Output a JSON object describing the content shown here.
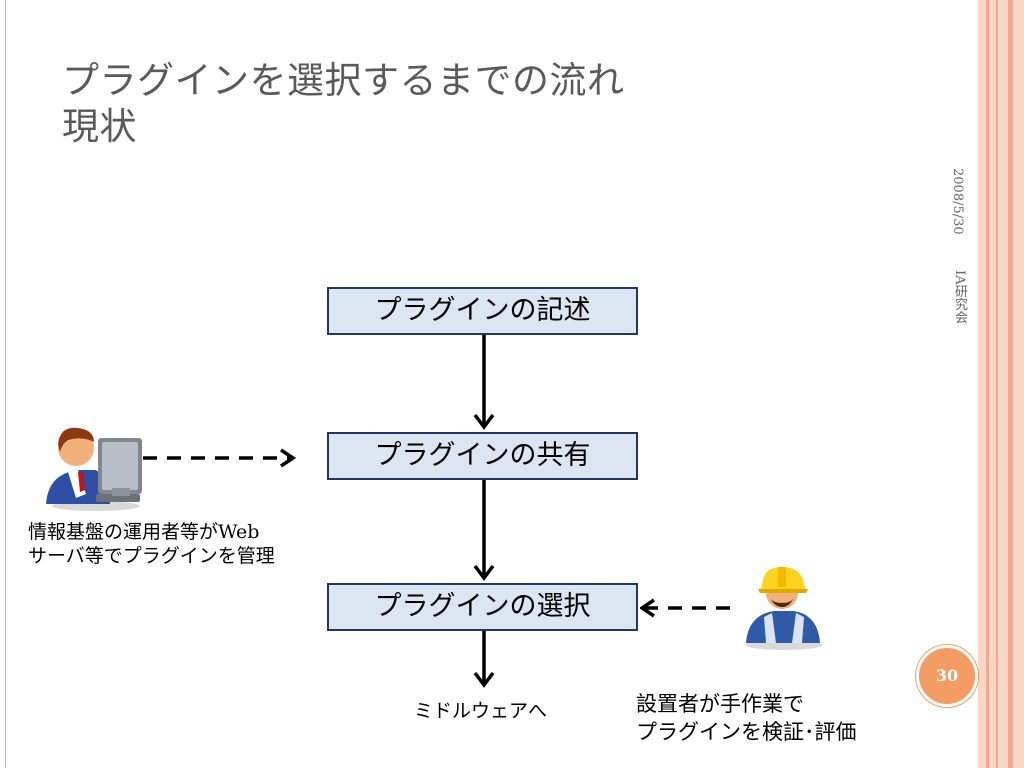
{
  "slide": {
    "title_line1": "プラグインを選択するまでの流れ",
    "title_line2": "現状",
    "side_date": "2008/5/30",
    "side_org": "IA研究会",
    "page_number": "30"
  },
  "flow": {
    "step1": "プラグインの記述",
    "step2": "プラグインの共有",
    "step3": "プラグインの選択",
    "exit_label": "ミドルウェアへ"
  },
  "actors": {
    "operator_line1": "情報基盤の運用者等がWeb",
    "operator_line2": "サーバ等でプラグインを管理",
    "installer_line1": "設置者が手作業で",
    "installer_line2": "プラグインを検証･評価"
  },
  "colors": {
    "box_fill": "#dce6f2",
    "box_border": "#1f3864",
    "accent_orange": "#f39c64",
    "stripe_pink": "#fad6c8"
  },
  "icons": {
    "operator": "person-at-computer-icon",
    "installer": "worker-hardhat-icon"
  }
}
